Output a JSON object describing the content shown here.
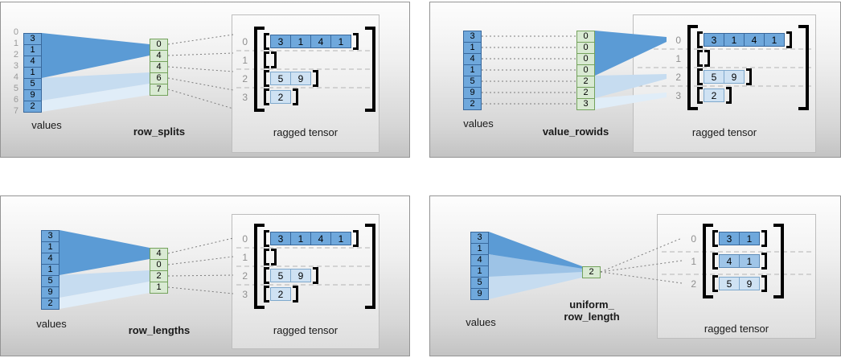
{
  "figure_name": "ragged-tensor-construction-methods",
  "colors": {
    "cell_blue_dark": "#6fa8dc",
    "cell_blue_mid": "#9fc5e8",
    "cell_blue_light": "#cfe2f3",
    "cell_green": "#d9ead3",
    "funnel_dark": "#5b9bd5",
    "funnel_light": "#c6dcf0",
    "index_gray": "#9a9a9a"
  },
  "panels": [
    {
      "name": "row_splits",
      "values_label": "values",
      "method_label": "row_splits",
      "tensor_label": "ragged tensor",
      "values": [
        3,
        1,
        4,
        1,
        5,
        9,
        2
      ],
      "boundary_indices": [
        0,
        1,
        2,
        3,
        4,
        5,
        6,
        7
      ],
      "partition": [
        0,
        4,
        4,
        6,
        7
      ],
      "rows": [
        {
          "index": 0,
          "cells": [
            3,
            1,
            4,
            1
          ],
          "shade": "dark"
        },
        {
          "index": 1,
          "cells": [],
          "shade": "light"
        },
        {
          "index": 2,
          "cells": [
            5,
            9
          ],
          "shade": "light"
        },
        {
          "index": 3,
          "cells": [
            2
          ],
          "shade": "light"
        }
      ]
    },
    {
      "name": "value_rowids",
      "values_label": "values",
      "method_label": "value_rowids",
      "tensor_label": "ragged tensor",
      "values": [
        3,
        1,
        4,
        1,
        5,
        9,
        2
      ],
      "partition": [
        0,
        0,
        0,
        0,
        2,
        2,
        3
      ],
      "rows": [
        {
          "index": 0,
          "cells": [
            3,
            1,
            4,
            1
          ],
          "shade": "dark"
        },
        {
          "index": 1,
          "cells": [],
          "shade": "light"
        },
        {
          "index": 2,
          "cells": [
            5,
            9
          ],
          "shade": "light"
        },
        {
          "index": 3,
          "cells": [
            2
          ],
          "shade": "light"
        }
      ]
    },
    {
      "name": "row_lengths",
      "values_label": "values",
      "method_label": "row_lengths",
      "tensor_label": "ragged tensor",
      "values": [
        3,
        1,
        4,
        1,
        5,
        9,
        2
      ],
      "partition": [
        4,
        0,
        2,
        1
      ],
      "rows": [
        {
          "index": 0,
          "cells": [
            3,
            1,
            4,
            1
          ],
          "shade": "dark"
        },
        {
          "index": 1,
          "cells": [],
          "shade": "light"
        },
        {
          "index": 2,
          "cells": [
            5,
            9
          ],
          "shade": "light"
        },
        {
          "index": 3,
          "cells": [
            2
          ],
          "shade": "light"
        }
      ]
    },
    {
      "name": "uniform_row_length",
      "values_label": "values",
      "method_label": "uniform_\nrow_length",
      "tensor_label": "ragged tensor",
      "values": [
        3,
        1,
        4,
        1,
        5,
        9
      ],
      "partition": [
        2
      ],
      "rows": [
        {
          "index": 0,
          "cells": [
            3,
            1
          ],
          "shade": "dark"
        },
        {
          "index": 1,
          "cells": [
            4,
            1
          ],
          "shade": "mid"
        },
        {
          "index": 2,
          "cells": [
            5,
            9
          ],
          "shade": "light"
        }
      ]
    }
  ]
}
